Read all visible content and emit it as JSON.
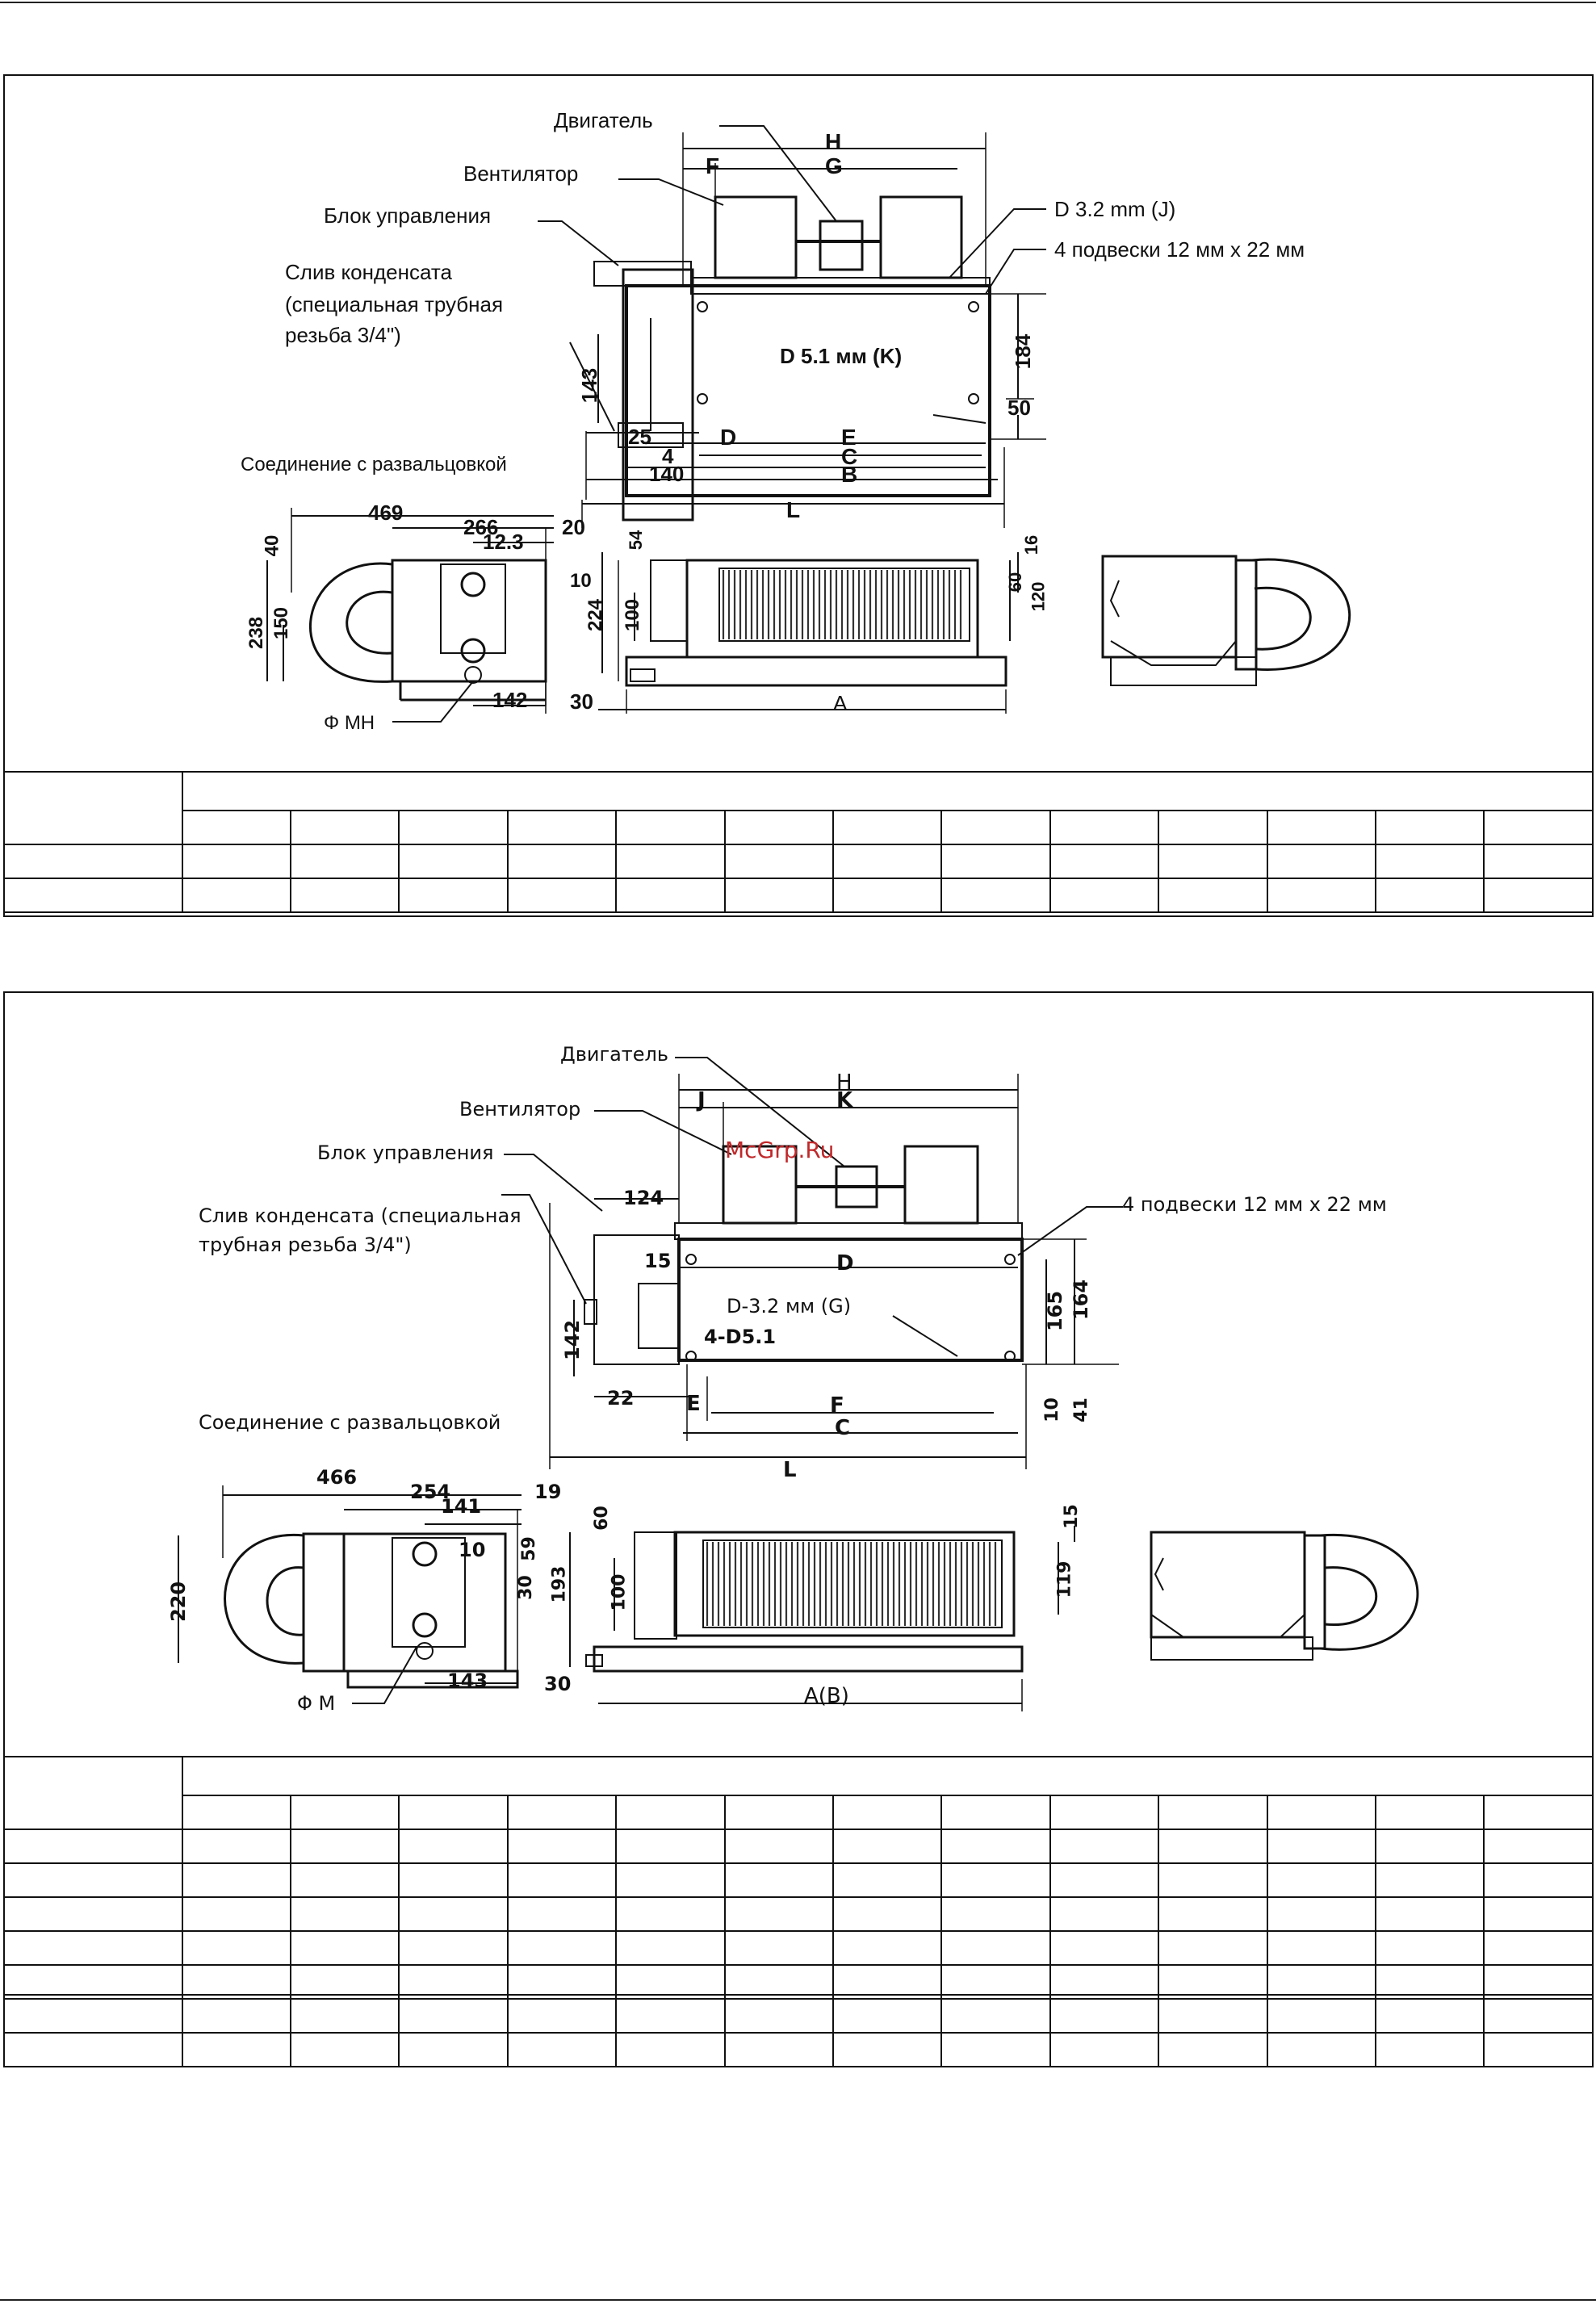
{
  "diagram1": {
    "labels": {
      "motor": "Двигатель",
      "fan": "Вентилятор",
      "control_box": "Блок управления",
      "drain": "Слив конденсата",
      "drain_line2": "(специальная трубная",
      "drain_line3": "резьба 3/4\")",
      "flare": "Соединение с развальцовкой",
      "hole_j": "D 3.2 mm (J)",
      "hangers": "4 подвески 12 мм х 22 мм",
      "hole_k": "D 5.1 мм (K)",
      "pipe": "Φ MH"
    },
    "letters": {
      "H": "H",
      "G": "G",
      "F": "F",
      "D": "D",
      "E": "E",
      "C": "C",
      "B": "B",
      "L": "L",
      "A": "A"
    },
    "dims": {
      "d184": "184",
      "d50": "50",
      "d143": "143",
      "d25": "25",
      "d4": "4",
      "d140": "140",
      "d469": "469",
      "d266": "266",
      "d20": "20",
      "d12_3": "12.3",
      "d40": "40",
      "d150": "150",
      "d238": "238",
      "d142": "142",
      "d54": "54",
      "d10": "10",
      "d224": "224",
      "d100": "100",
      "d30": "30",
      "d16": "16",
      "d60": "60",
      "d120": "120"
    }
  },
  "diagram2": {
    "labels": {
      "motor": "Двигатель",
      "fan": "Вентилятор",
      "control_box": "Блок управления",
      "drain": "Слив конденсата (специальная",
      "drain_line2": "трубная резьба 3/4\")",
      "hangers": "4 подвески 12 мм х 22 мм",
      "hole_g": "D-3.2 мм (G)",
      "holes_4": "4-D5.1",
      "flare": "Соединение с развальцовкой",
      "pipe": "Φ M",
      "watermark": "McGrp.Ru"
    },
    "letters": {
      "H": "H",
      "J": "J",
      "K": "K",
      "D": "D",
      "E": "E",
      "F": "F",
      "C": "C",
      "L": "L",
      "AB": "A(B)"
    },
    "dims": {
      "d124": "124",
      "d15a": "15",
      "d165": "165",
      "d164": "164",
      "d142": "142",
      "d22": "22",
      "d10a": "10",
      "d41": "41",
      "d466": "466",
      "d254": "254",
      "d19": "19",
      "d141": "141",
      "d10b": "10",
      "d59": "59",
      "d30a": "30",
      "d220": "220",
      "d143": "143",
      "d60": "60",
      "d100": "100",
      "d193": "193",
      "d15b": "15",
      "d119": "119",
      "d30b": "30"
    }
  },
  "table1": {
    "columns": 13,
    "rows": [
      [
        "",
        "",
        "",
        "",
        "",
        "",
        "",
        "",
        "",
        "",
        "",
        "",
        ""
      ],
      [
        "",
        "",
        "",
        "",
        "",
        "",
        "",
        "",
        "",
        "",
        "",
        "",
        ""
      ]
    ]
  },
  "table2": {
    "columns": 13,
    "rows": [
      [
        "",
        "",
        "",
        "",
        "",
        "",
        "",
        "",
        "",
        "",
        "",
        "",
        ""
      ],
      [
        "",
        "",
        "",
        "",
        "",
        "",
        "",
        "",
        "",
        "",
        "",
        "",
        ""
      ],
      [
        "",
        "",
        "",
        "",
        "",
        "",
        "",
        "",
        "",
        "",
        "",
        "",
        ""
      ],
      [
        "",
        "",
        "",
        "",
        "",
        "",
        "",
        "",
        "",
        "",
        "",
        "",
        ""
      ],
      [
        "",
        "",
        "",
        "",
        "",
        "",
        "",
        "",
        "",
        "",
        "",
        "",
        ""
      ],
      [
        "",
        "",
        "",
        "",
        "",
        "",
        "",
        "",
        "",
        "",
        "",
        "",
        ""
      ],
      [
        "",
        "",
        "",
        "",
        "",
        "",
        "",
        "",
        "",
        "",
        "",
        "",
        ""
      ]
    ]
  }
}
